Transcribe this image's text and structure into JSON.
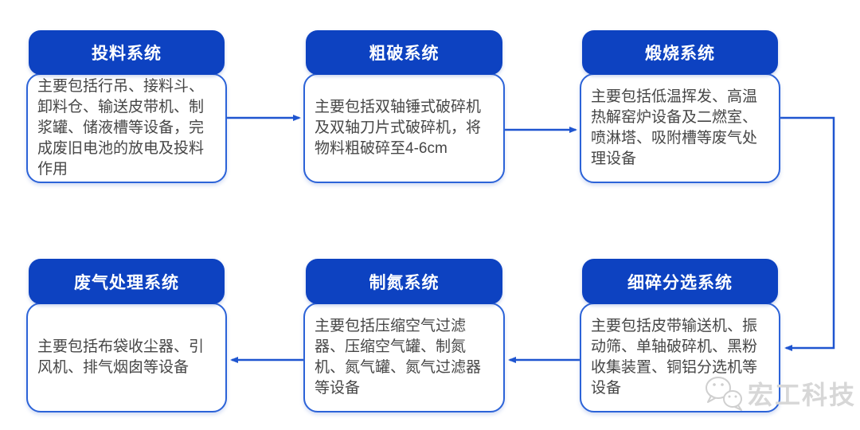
{
  "diagram": {
    "nodes": [
      {
        "title": "投料系统",
        "desc": "主要包括行吊、接料斗、卸料仓、输送皮带机、制浆罐、储液槽等设备，完成废旧电池的放电及投料作用"
      },
      {
        "title": "粗破系统",
        "desc": "主要包括双轴锤式破碎机及双轴刀片式破碎机，将物料粗破碎至4-6cm"
      },
      {
        "title": "煅烧系统",
        "desc": "主要包括低温挥发、高温热解窑炉设备及二燃室、喷淋塔、吸附槽等废气处理设备"
      },
      {
        "title": "细碎分选系统",
        "desc": "主要包括皮带输送机、振动筛、单轴破碎机、黑粉收集装置、铜铝分选机等设备"
      },
      {
        "title": "制氮系统",
        "desc": "主要包括压缩空气过滤器、压缩空气罐、制氮机、氮气罐、氮气过滤器等设备"
      },
      {
        "title": "废气处理系统",
        "desc": "主要包括布袋收尘器、引风机、排气烟囱等设备"
      }
    ],
    "flow_order": [
      "投料系统",
      "粗破系统",
      "煅烧系统",
      "细碎分选系统",
      "制氮系统",
      "废气处理系统"
    ],
    "watermark": {
      "text": "宏工科技",
      "icon": "wechat-icon"
    },
    "colors": {
      "header_blue": "#0d42c1",
      "body_border_blue": "#2c63d8",
      "arrow_blue": "#1f55d0",
      "body_text": "#464646",
      "watermark_gray": "#d7d7d7"
    }
  }
}
